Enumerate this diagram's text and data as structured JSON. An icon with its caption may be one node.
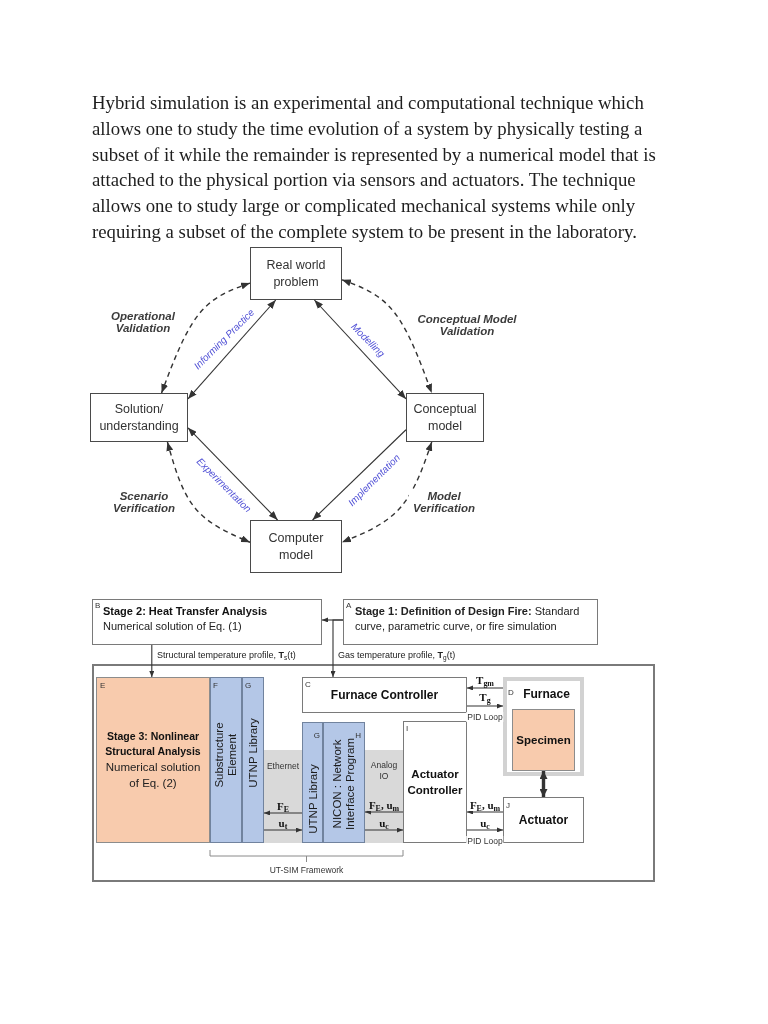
{
  "diagram": {
    "nodes": [
      {
        "text": [
          "Real world problem"
        ]
      },
      {
        "text": [
          "Solution/ understanding"
        ]
      },
      {
        "text": [
          "Conceptual model"
        ]
      },
      {
        "text": [
          "Computer model"
        ]
      },
      {
        "text": [
          "B",
          "Stage 2: Heat Transfer Analysis",
          "Numerical solution of Eq. (1)"
        ]
      },
      {
        "text": [
          "A",
          "**Stage 1: Definition of Design Fire:** Standard curve, parametric curve, or fire simulation"
        ]
      },
      {
        "text": [],
        "shape": "box"
      },
      {
        "text": [
          "E",
          "Stage 3: Nonlinear Structural Analysis",
          "Numerical solution of Eq. (2)"
        ],
        "in": 6
      },
      {
        "text": [
          "F",
          "Substructure Element"
        ],
        "in": 6
      },
      {
        "text": [
          "G",
          "UTNP Library"
        ],
        "in": 6
      },
      {
        "text": [
          "C",
          "Furnace Controller"
        ],
        "in": 6
      },
      {
        "text": [
          "D",
          "Furnace"
        ],
        "in": 6
      },
      {
        "text": [
          "Specimen"
        ],
        "in": 11
      },
      {
        "text": [
          "G",
          "UTNP Library"
        ],
        "in": 6
      },
      {
        "text": [
          "H",
          "NICON : Network Interface Program"
        ],
        "in": 6
      },
      {
        "text": [
          "I",
          "Actuator Controller"
        ],
        "in": 6
      },
      {
        "text": [
          "J",
          "Actuator"
        ],
        "in": 6
      }
    ],
    "edges": [
      {
        "from": 0,
        "to": 1,
        "arrow": "both",
        "label": "Informing Practice"
      },
      {
        "from": 0,
        "to": 2,
        "arrow": "both",
        "label": "Modelling"
      },
      {
        "from": 0,
        "to": 1,
        "arrow": "both",
        "style": "dashed",
        "label": "Operational Validation"
      },
      {
        "from": 0,
        "to": 2,
        "arrow": "both",
        "style": "dashed",
        "label": "Conceptual Model Validation"
      },
      {
        "from": 1,
        "to": 3,
        "arrow": "both",
        "label": "Experimentation"
      },
      {
        "from": 2,
        "to": 3,
        "arrow": "to",
        "label": "Implementation"
      },
      {
        "from": 1,
        "to": 3,
        "arrow": "both",
        "style": "dashed",
        "label": "Scenario Verification"
      },
      {
        "from": 2,
        "to": 3,
        "arrow": "both",
        "style": "dashed",
        "label": "Model Verification"
      },
      {
        "from": 5,
        "to": 4,
        "arrow": "to"
      },
      {
        "from": 5,
        "to": 10,
        "arrow": "to",
        "label": "Gas temperature profile, **T**$_{g}$(t)"
      },
      {
        "from": 4,
        "to": 7,
        "arrow": "to",
        "label": "Structural temperature profile, **T**$_{s}$(t)"
      },
      {
        "from": 11,
        "to": 10,
        "arrow": "to",
        "label": "**T**$_{gm}$"
      },
      {
        "from": 10,
        "to": 11,
        "arrow": "to",
        "label": "**T**$_{g}$"
      },
      {
        "from": 12,
        "to": 16,
        "arrow": "both",
        "style": "thick"
      },
      {
        "from": 16,
        "to": 15,
        "arrow": "to",
        "label": "**F**$_{E}$, **u**$_{m}$"
      },
      {
        "from": 15,
        "to": 16,
        "arrow": "to",
        "label": "**u**$_{c}$"
      },
      {
        "from": 13,
        "to": 9,
        "arrow": "to",
        "label": "**F**$_{E}$"
      },
      {
        "from": 9,
        "to": 13,
        "arrow": "to",
        "label": "**u**$_{t}$"
      },
      {
        "from": 15,
        "to": 14,
        "arrow": "to",
        "label": "**F**$_{E}$, **u**$_{m}$"
      },
      {
        "from": 14,
        "to": 15,
        "arrow": "to",
        "label": "**u**$_{c}$"
      }
    ],
    "labels": [
      "Hybrid simulation is an experimental and computational technique which allows one to study the time evolution of a system by physically testing a subset of it while the remainder is represented by a numerical model that is attached to the physical portion via sensors and actuators. The technique allows one to study large or complicated mechanical systems while only requiring a subset of the complete system to be present in the laboratory.",
      "PID Loop",
      "Ethernet",
      "Analog IO",
      "PID Loop",
      "UT-SIM Framework"
    ]
  }
}
